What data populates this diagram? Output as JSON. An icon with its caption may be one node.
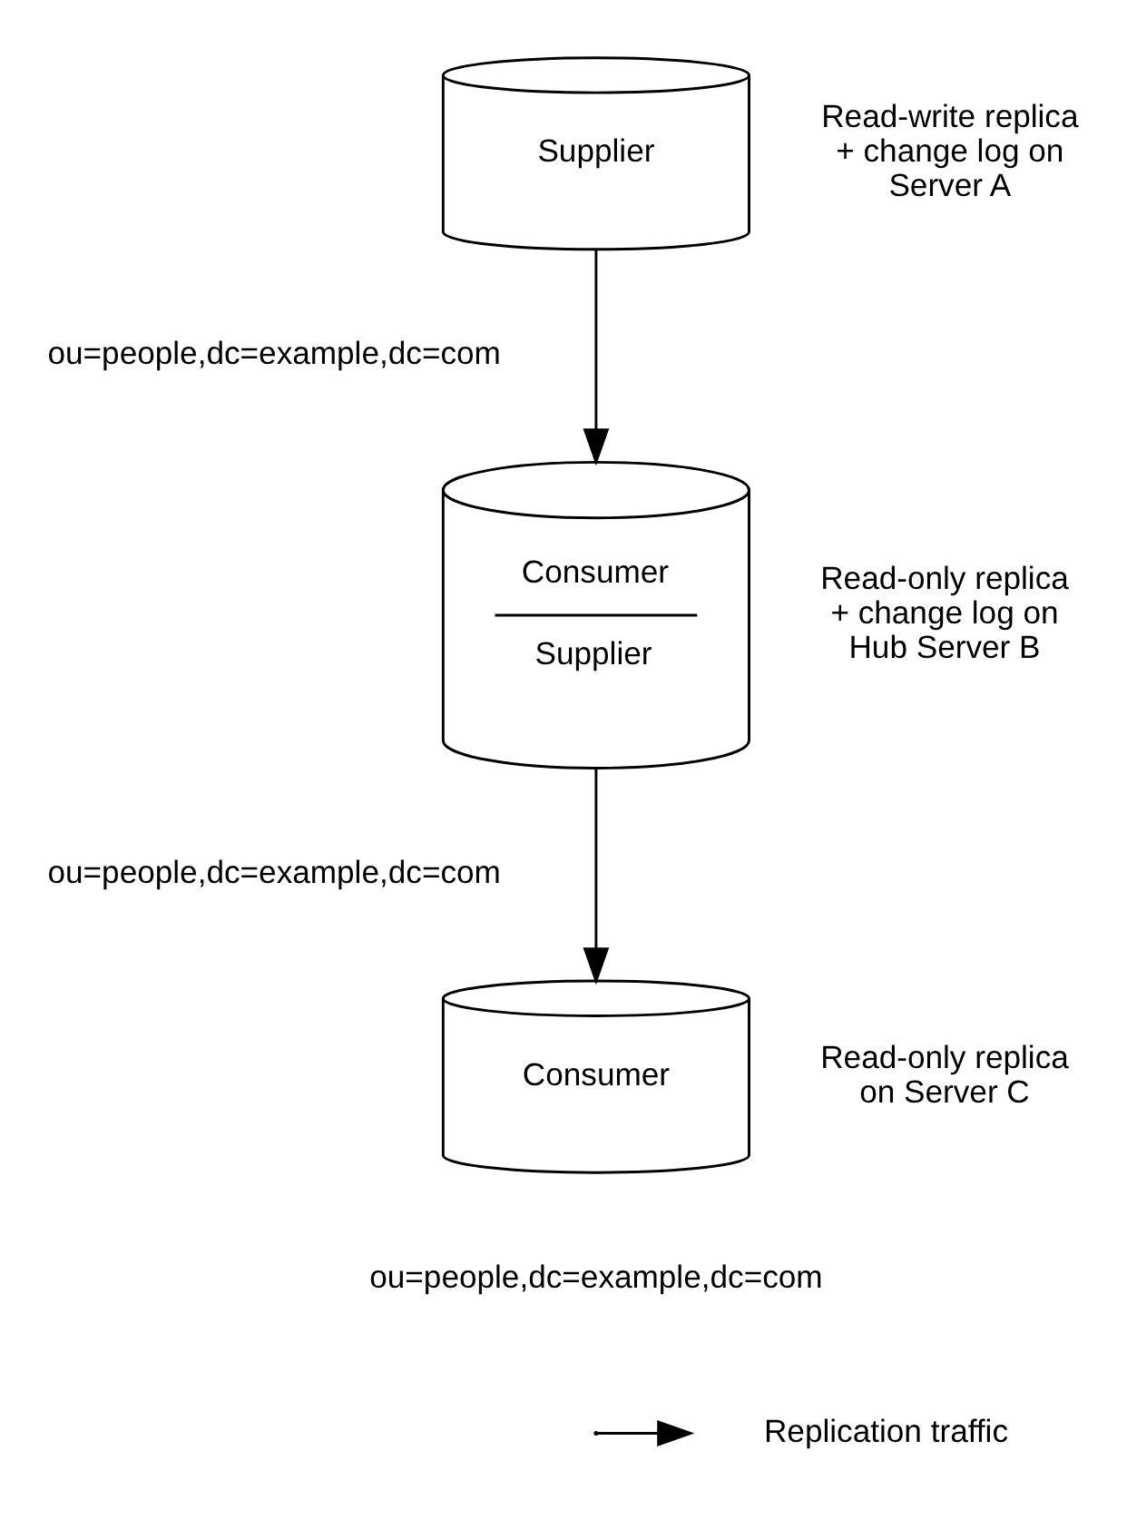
{
  "diagram": {
    "nodes": [
      {
        "text": [
          "Supplier"
        ],
        "beside": [
          "ou=people,dc=example,dc=com",
          "Read-write replica + change log on Server A"
        ]
      },
      {
        "text": [
          "Consumer",
          "Supplier"
        ],
        "beside": [
          "ou=people,dc=example,dc=com",
          "Read-only replica + change log on Hub Server B"
        ]
      },
      {
        "text": [
          "Consumer"
        ],
        "beside": [
          "ou=people,dc=example,dc=com",
          "Read-only replica on Server C"
        ]
      }
    ],
    "edges": [
      {
        "from": 0,
        "to": 1,
        "arrow": "to"
      },
      {
        "from": 1,
        "to": 2,
        "arrow": "to"
      }
    ],
    "legend": [
      {
        "text": "Replication traffic"
      }
    ]
  }
}
